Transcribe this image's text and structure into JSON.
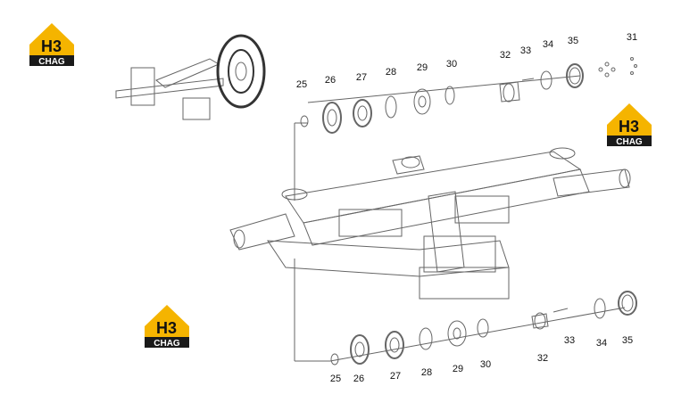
{
  "watermark": {
    "logo_mark": "H3",
    "logo_text": "CHAG"
  },
  "callouts_top": [
    "25",
    "26",
    "27",
    "28",
    "29",
    "30",
    "32",
    "33",
    "34",
    "35",
    "31"
  ],
  "callouts_bottom": [
    "25",
    "26",
    "27",
    "28",
    "29",
    "30",
    "32",
    "33",
    "34",
    "35"
  ],
  "colors": {
    "logo_yellow": "#f5b400",
    "line": "#555555",
    "ink": "#111111"
  }
}
